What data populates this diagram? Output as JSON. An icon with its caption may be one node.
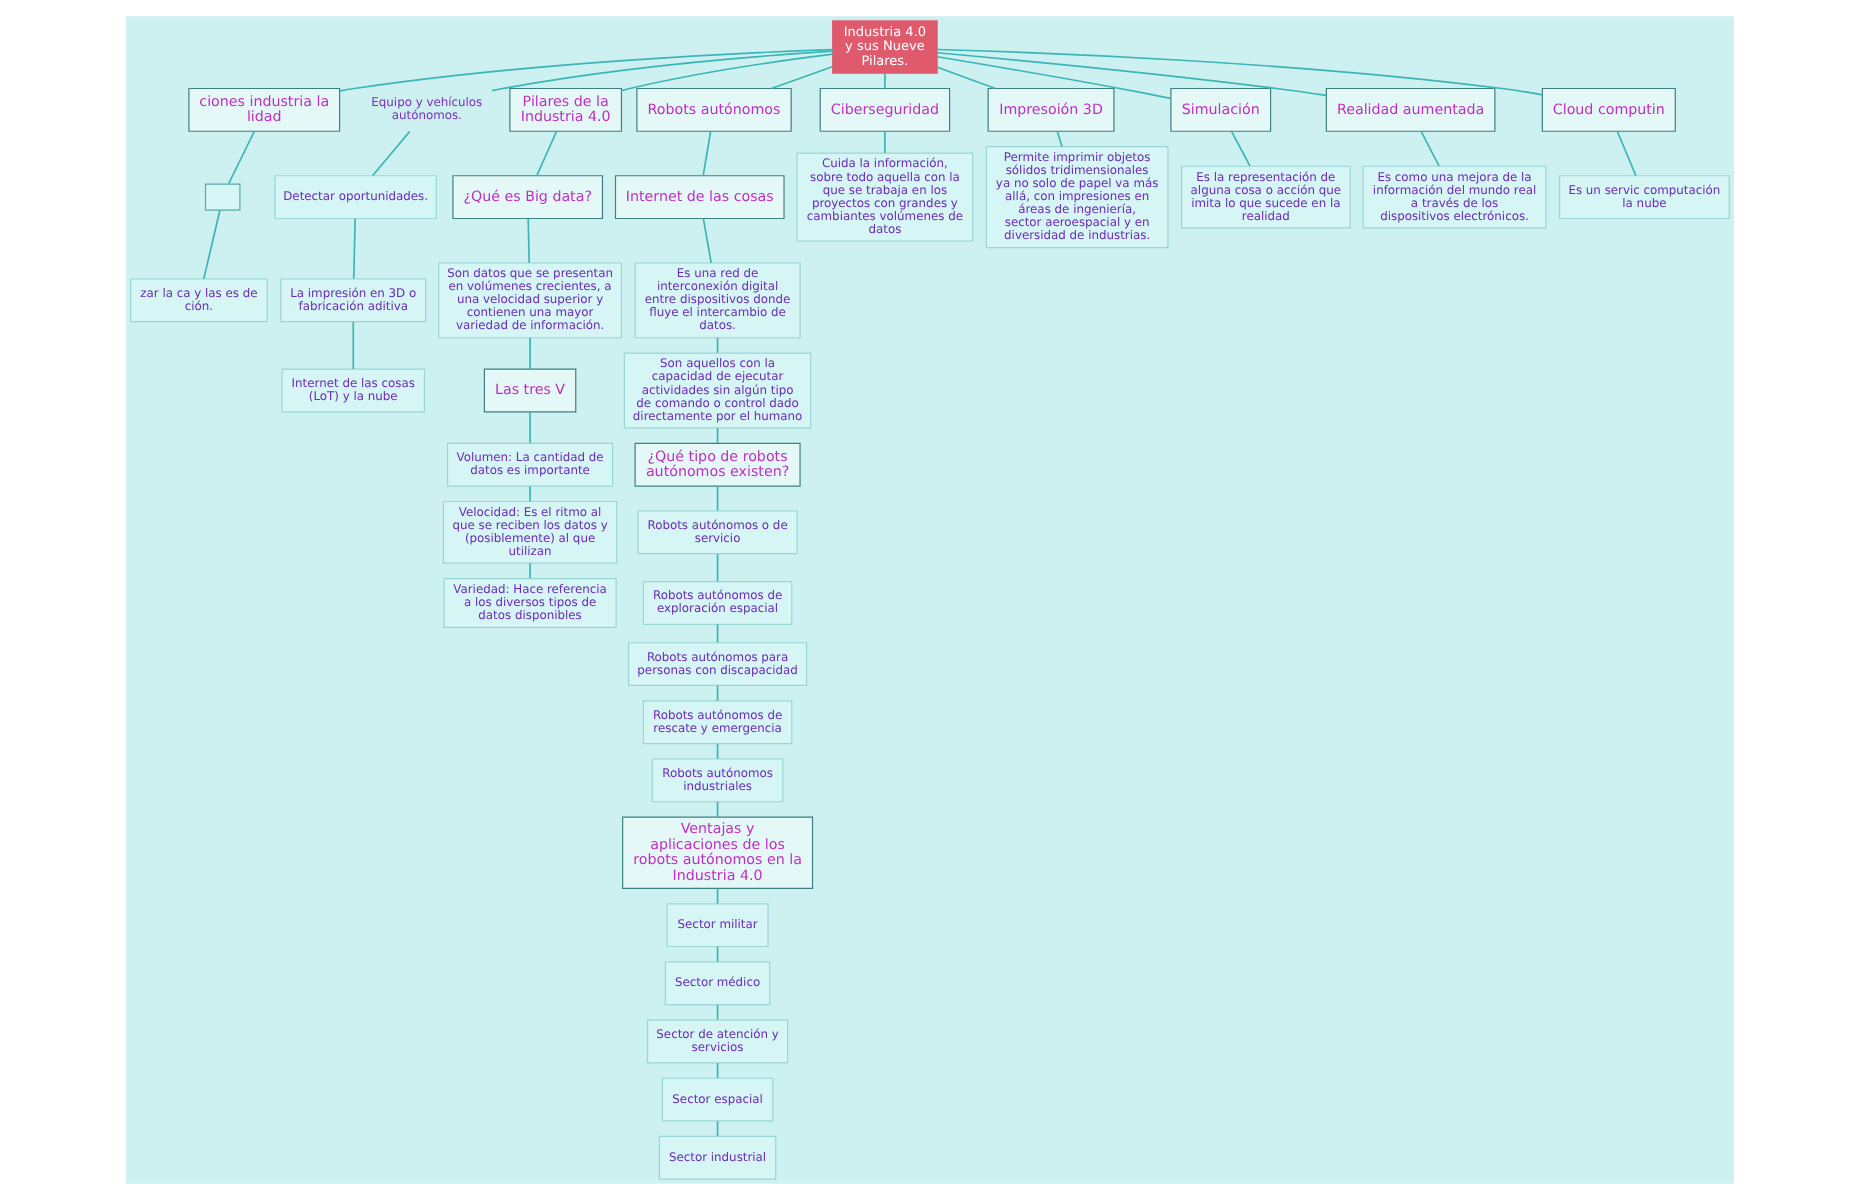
{
  "diagram": {
    "nodes": [
      {
        "text": [
          "Industria 4.0 y sus Nueve Pilares."
        ]
      },
      {
        "text": [
          "ciones industria la lidad"
        ]
      },
      {
        "text": [],
        "shape": "box"
      },
      {
        "text": [
          "zar la ca y las es de ción."
        ]
      },
      {
        "text": [
          "Equipo y vehículos autónomos."
        ]
      },
      {
        "text": [
          "Detectar oportunidades."
        ]
      },
      {
        "text": [
          "La impresión en 3D o fabricación aditiva"
        ]
      },
      {
        "text": [
          "Internet de las cosas (LoT) y la nube"
        ]
      },
      {
        "text": [
          "Pilares de la Industria 4.0"
        ]
      },
      {
        "text": [
          "¿Qué es Big data?"
        ]
      },
      {
        "text": [
          "Son datos que se presentan en volúmenes crecientes, a una velocidad superior y contienen una mayor variedad de información."
        ]
      },
      {
        "text": [
          "Las tres V"
        ]
      },
      {
        "text": [
          "Volumen: La cantidad de datos es importante"
        ]
      },
      {
        "text": [
          "Velocidad: Es el ritmo al que se reciben los datos y (posiblemente) al que utilizan"
        ]
      },
      {
        "text": [
          "Variedad: Hace referencia a los diversos tipos de datos disponibles"
        ]
      },
      {
        "text": [
          "Robots autónomos"
        ]
      },
      {
        "text": [
          "Internet de las cosas"
        ]
      },
      {
        "text": [
          "Es una red de interconexión digital entre dispositivos donde fluye el intercambio de datos."
        ]
      },
      {
        "text": [
          "Son aquellos con la capacidad de ejecutar actividades sin algún tipo de comando o control dado directamente por el humano"
        ]
      },
      {
        "text": [
          "¿Qué tipo de robots autónomos existen?"
        ]
      },
      {
        "text": [
          "Robots autónomos o de servicio"
        ]
      },
      {
        "text": [
          "Robots autónomos de exploración espacial"
        ]
      },
      {
        "text": [
          "Robots autónomos para personas con discapacidad"
        ]
      },
      {
        "text": [
          "Robots autónomos de rescate y emergencia"
        ]
      },
      {
        "text": [
          "Robots autónomos industriales"
        ]
      },
      {
        "text": [
          "Ventajas y aplicaciones de los robots autónomos en la Industria 4.0"
        ]
      },
      {
        "text": [
          "Sector militar"
        ]
      },
      {
        "text": [
          "Sector médico"
        ]
      },
      {
        "text": [
          "Sector de atención y servicios"
        ]
      },
      {
        "text": [
          "Sector espacial"
        ]
      },
      {
        "text": [
          "Sector industrial"
        ]
      },
      {
        "text": [
          "Ciberseguridad"
        ]
      },
      {
        "text": [
          "Cuida la información, sobre todo aquella con la que se trabaja en los proyectos con grandes y cambiantes volúmenes de datos"
        ]
      },
      {
        "text": [
          "Impresoión 3D"
        ]
      },
      {
        "text": [
          "Permite imprimir objetos sólidos tridimensionales ya no solo de papel va más allá, con impresiones en áreas de ingeniería, sector aeroespacial y en diversidad de industrias."
        ]
      },
      {
        "text": [
          "Simulación"
        ]
      },
      {
        "text": [
          "Es la representación de alguna cosa o acción que imita lo que sucede en la realidad"
        ]
      },
      {
        "text": [
          "Realidad aumentada"
        ]
      },
      {
        "text": [
          "Es como una mejora de la información del mundo real a través de los dispositivos electrónicos."
        ]
      },
      {
        "text": [
          "Cloud computin"
        ]
      },
      {
        "text": [
          "Es un servic computación la nube"
        ]
      }
    ],
    "edges": [
      {
        "from": 0,
        "to": 1,
        "arrow": "none"
      },
      {
        "from": 0,
        "to": 4,
        "arrow": "none"
      },
      {
        "from": 0,
        "to": 8,
        "arrow": "none"
      },
      {
        "from": 0,
        "to": 15,
        "arrow": "none"
      },
      {
        "from": 0,
        "to": 31,
        "arrow": "none"
      },
      {
        "from": 0,
        "to": 33,
        "arrow": "none"
      },
      {
        "from": 0,
        "to": 35,
        "arrow": "none"
      },
      {
        "from": 0,
        "to": 37,
        "arrow": "none"
      },
      {
        "from": 0,
        "to": 39,
        "arrow": "none"
      },
      {
        "from": 1,
        "to": 2,
        "arrow": "none"
      },
      {
        "from": 2,
        "to": 3,
        "arrow": "none"
      },
      {
        "from": 4,
        "to": 5,
        "arrow": "none"
      },
      {
        "from": 5,
        "to": 6,
        "arrow": "none"
      },
      {
        "from": 6,
        "to": 7,
        "arrow": "none"
      },
      {
        "from": 8,
        "to": 9,
        "arrow": "none"
      },
      {
        "from": 9,
        "to": 10,
        "arrow": "none"
      },
      {
        "from": 10,
        "to": 11,
        "arrow": "none"
      },
      {
        "from": 11,
        "to": 12,
        "arrow": "none"
      },
      {
        "from": 12,
        "to": 13,
        "arrow": "none"
      },
      {
        "from": 13,
        "to": 14,
        "arrow": "none"
      },
      {
        "from": 15,
        "to": 16,
        "arrow": "none"
      },
      {
        "from": 16,
        "to": 17,
        "arrow": "none"
      },
      {
        "from": 17,
        "to": 18,
        "arrow": "none"
      },
      {
        "from": 18,
        "to": 19,
        "arrow": "none"
      },
      {
        "from": 19,
        "to": 20,
        "arrow": "none"
      },
      {
        "from": 20,
        "to": 21,
        "arrow": "none"
      },
      {
        "from": 21,
        "to": 22,
        "arrow": "none"
      },
      {
        "from": 22,
        "to": 23,
        "arrow": "none"
      },
      {
        "from": 23,
        "to": 24,
        "arrow": "none"
      },
      {
        "from": 24,
        "to": 25,
        "arrow": "none"
      },
      {
        "from": 25,
        "to": 26,
        "arrow": "none"
      },
      {
        "from": 26,
        "to": 27,
        "arrow": "none"
      },
      {
        "from": 27,
        "to": 28,
        "arrow": "none"
      },
      {
        "from": 28,
        "to": 29,
        "arrow": "none"
      },
      {
        "from": 29,
        "to": 30,
        "arrow": "none"
      },
      {
        "from": 31,
        "to": 32,
        "arrow": "none"
      },
      {
        "from": 33,
        "to": 34,
        "arrow": "none"
      },
      {
        "from": 35,
        "to": 36,
        "arrow": "none"
      },
      {
        "from": 37,
        "to": 38,
        "arrow": "none"
      },
      {
        "from": 39,
        "to": 40,
        "arrow": "none"
      }
    ]
  }
}
